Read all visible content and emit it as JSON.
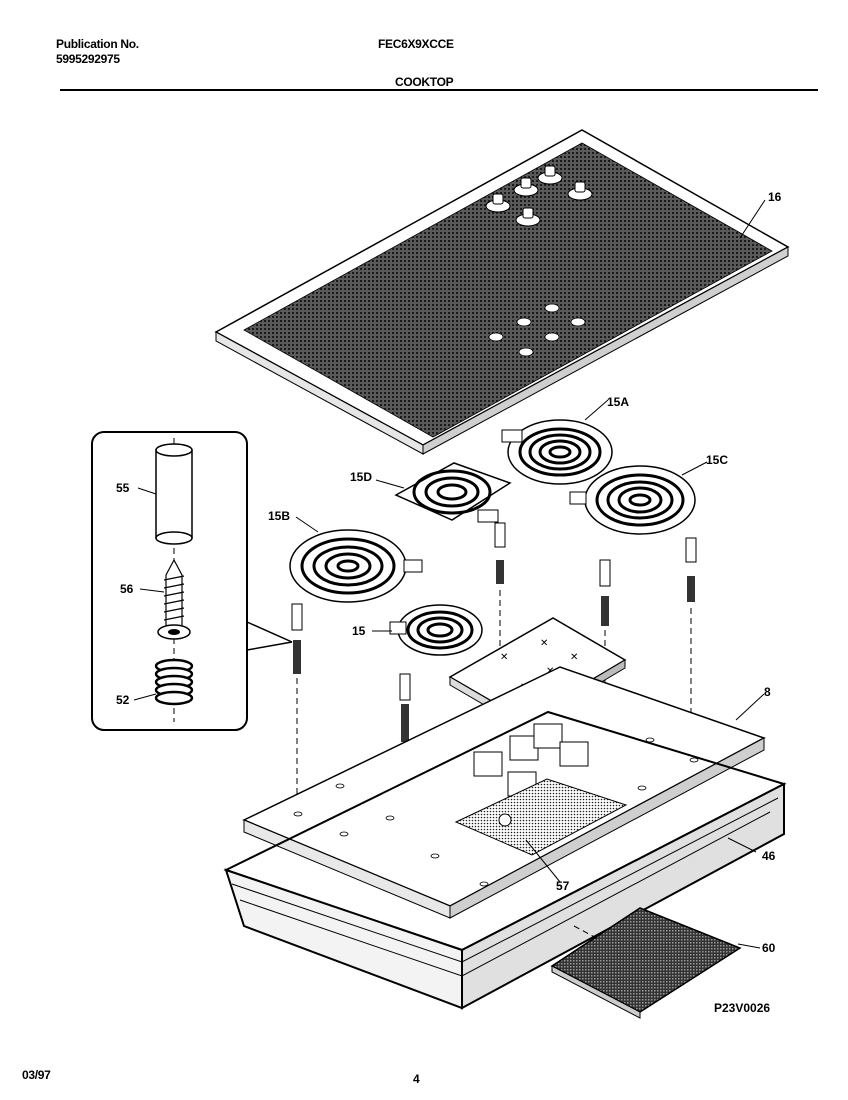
{
  "header": {
    "publication_label": "Publication No.",
    "publication_number": "5995292975",
    "model": "FEC6X9XCCE",
    "section": "COOKTOP"
  },
  "diagram": {
    "figure_code": "P23V0026",
    "callouts": {
      "cooktop_glass": "16",
      "element_15a": "15A",
      "element_15c": "15C",
      "element_15d": "15D",
      "element_15b": "15B",
      "element_15": "15",
      "spacer": "55",
      "screw": "56",
      "spring": "52",
      "burner_box": "8",
      "frame": "46",
      "junction_box": "57",
      "bottom_cover": "60"
    }
  },
  "footer": {
    "date": "03/97",
    "page": "4"
  }
}
